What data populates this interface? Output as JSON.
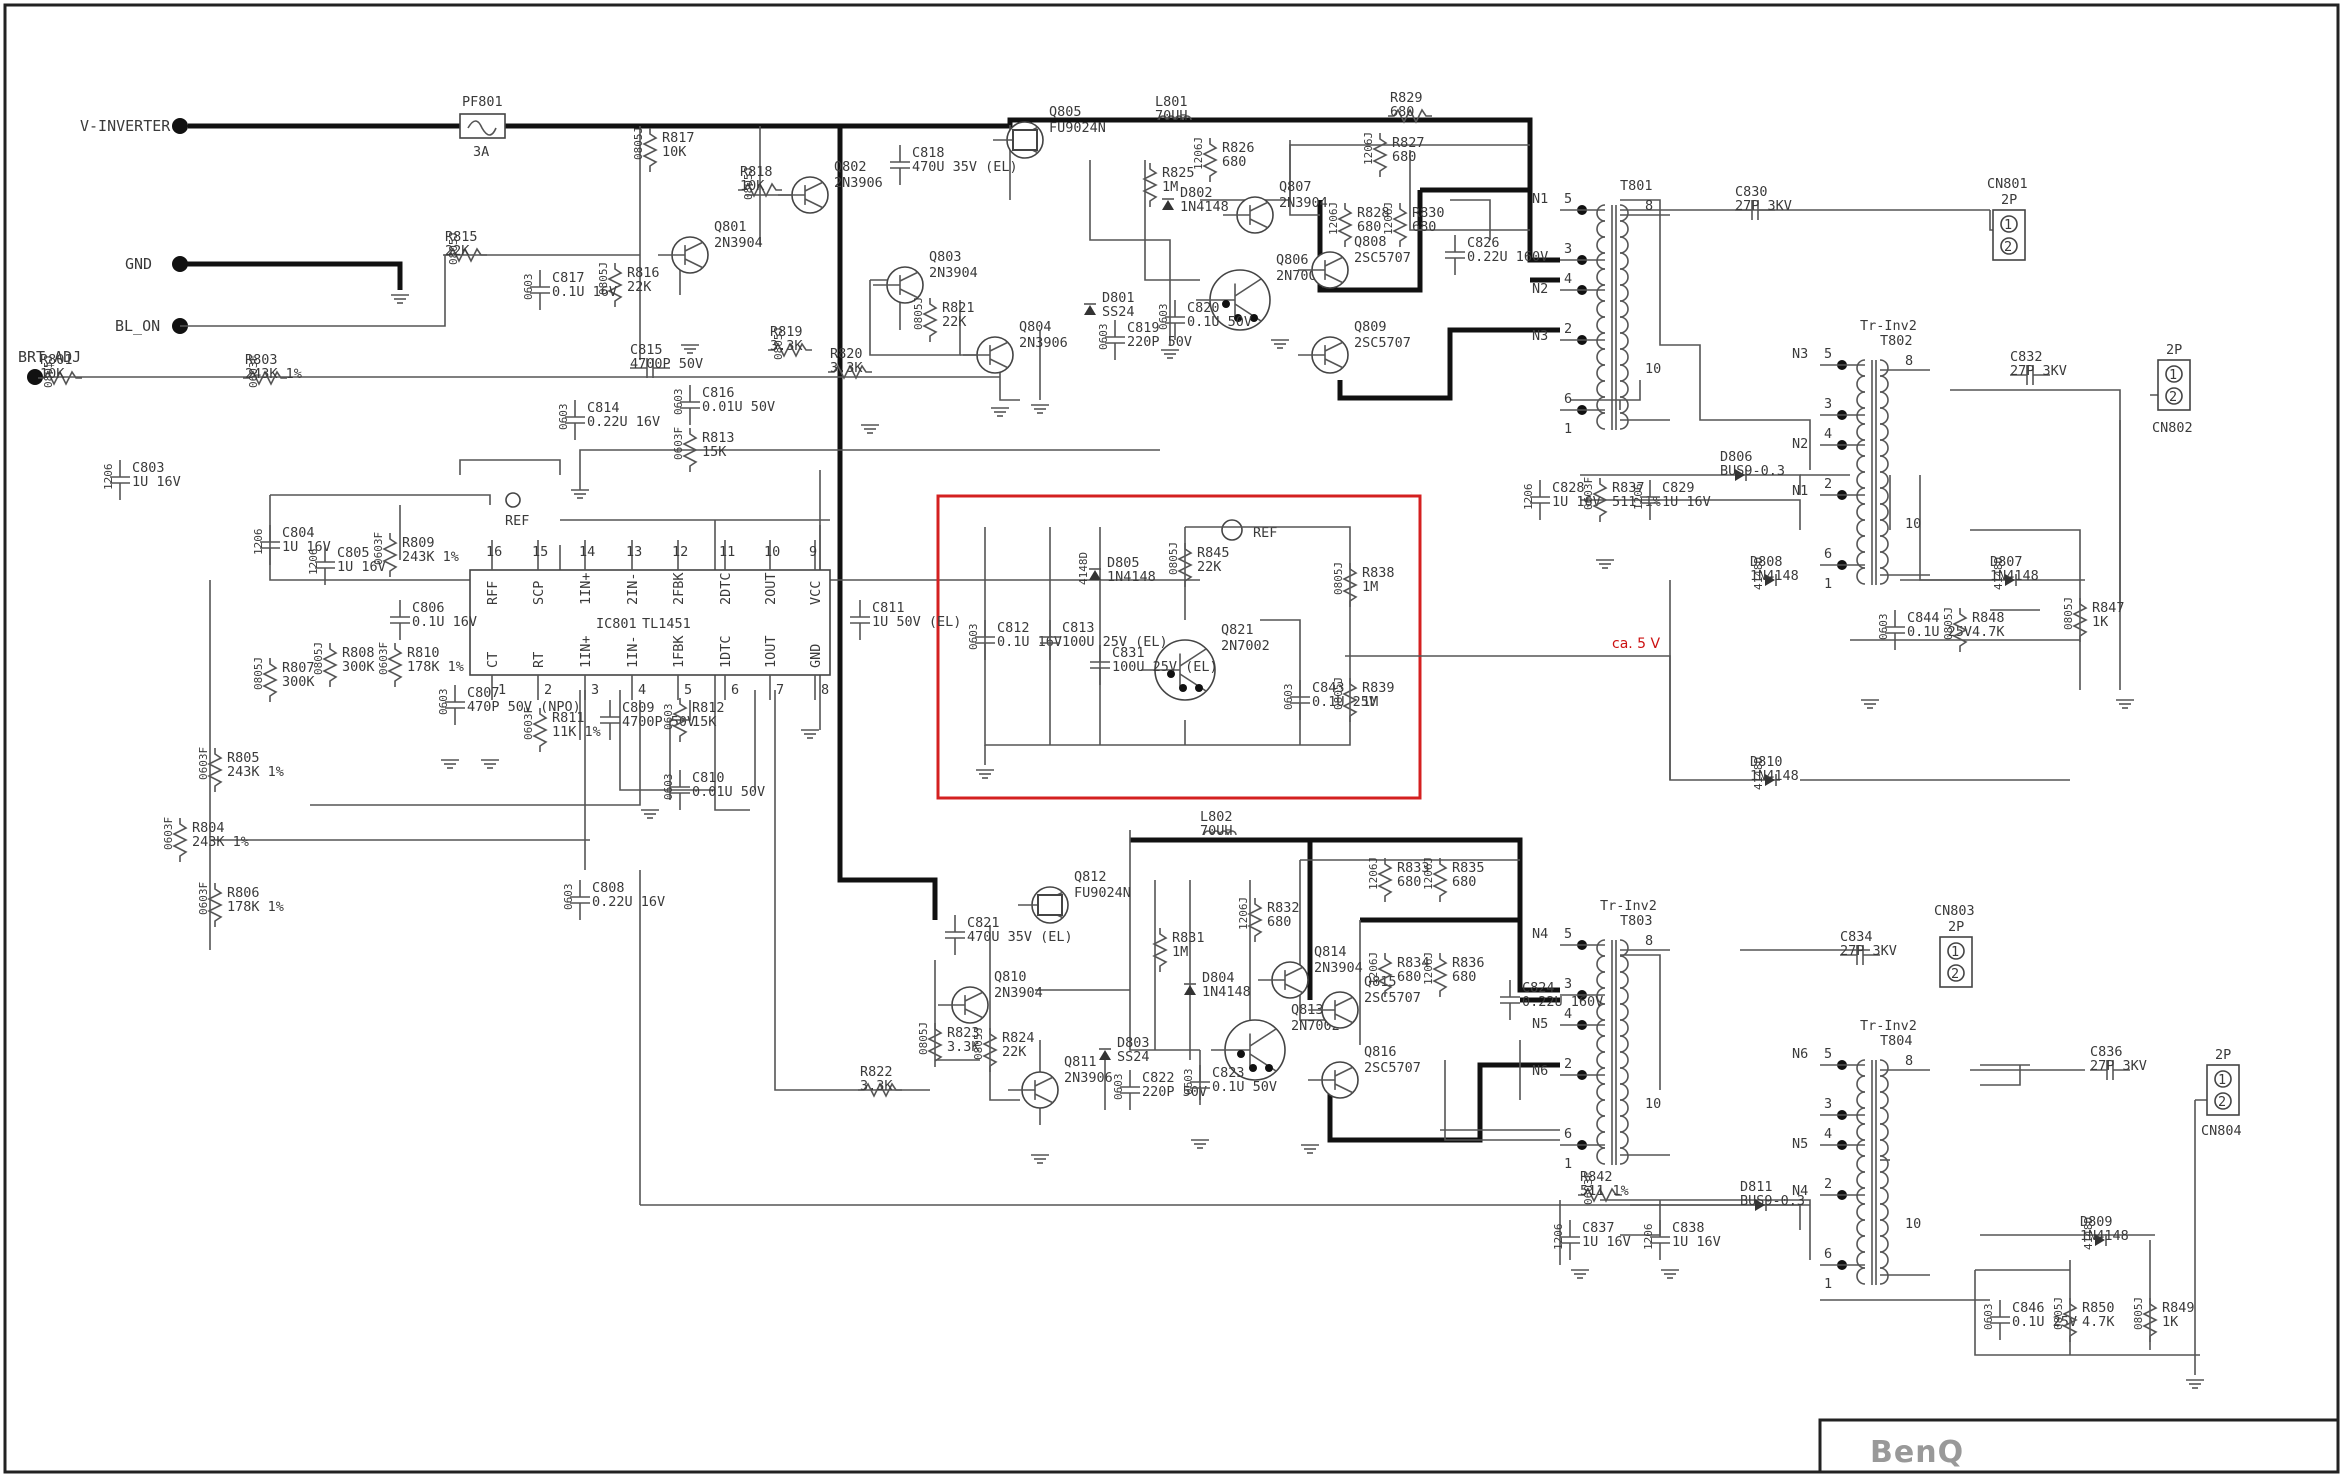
{
  "signals": {
    "v_inverter": "V-INVERTER",
    "gnd": "GND",
    "bl_on": "BL_ON",
    "brt_adj": "BRT_ADJ",
    "ref": "REF"
  },
  "ic": {
    "ref": "IC801",
    "part": "TL1451",
    "top_pins": [
      "RFF",
      "SCP",
      "1IN+",
      "2IN-",
      "2FBK",
      "2DTC",
      "2OUT",
      "VCC"
    ],
    "top_nums": [
      "16",
      "15",
      "14",
      "13",
      "12",
      "11",
      "10",
      "9"
    ],
    "bottom_pins": [
      "CT",
      "RT",
      "1IN+",
      "1IN-",
      "1FBK",
      "1DTC",
      "1OUT",
      "GND"
    ],
    "bottom_nums": [
      "1",
      "2",
      "3",
      "4",
      "5",
      "6",
      "7",
      "8"
    ]
  },
  "fuse": {
    "ref": "PF801",
    "value": "3A"
  },
  "highlight_note": "ca. 5 V",
  "brand": "BenQ",
  "connectors": [
    {
      "ref": "CN801",
      "type": "2P"
    },
    {
      "ref": "CN802",
      "type": "2P"
    },
    {
      "ref": "CN803",
      "type": "2P"
    },
    {
      "ref": "CN804",
      "type": "2P"
    }
  ],
  "transformers": [
    {
      "ref": "T801",
      "title": ""
    },
    {
      "ref": "T802",
      "title": "Tr-Inv2"
    },
    {
      "ref": "T803",
      "title": "Tr-Inv2"
    },
    {
      "ref": "T804",
      "title": "Tr-Inv2"
    }
  ],
  "transistors": [
    {
      "ref": "Q801",
      "part": "2N3904"
    },
    {
      "ref": "Q802",
      "part": "2N3906"
    },
    {
      "ref": "Q803",
      "part": "2N3904"
    },
    {
      "ref": "Q804",
      "part": "2N3906"
    },
    {
      "ref": "Q805",
      "part": "FU9024N"
    },
    {
      "ref": "Q806",
      "part": "2N7002"
    },
    {
      "ref": "Q807",
      "part": "2N3904"
    },
    {
      "ref": "Q808",
      "part": "2SC5707"
    },
    {
      "ref": "Q809",
      "part": "2SC5707"
    },
    {
      "ref": "Q810",
      "part": "2N3904"
    },
    {
      "ref": "Q811",
      "part": "2N3906"
    },
    {
      "ref": "Q812",
      "part": "FU9024N"
    },
    {
      "ref": "Q813",
      "part": "2N7002"
    },
    {
      "ref": "Q814",
      "part": "2N3904"
    },
    {
      "ref": "Q815",
      "part": "2SC5707"
    },
    {
      "ref": "Q816",
      "part": "2SC5707"
    },
    {
      "ref": "Q821",
      "part": "2N7002"
    }
  ],
  "passives": [
    {
      "ref": "R817",
      "value": "10K",
      "pkg": "0805J"
    },
    {
      "ref": "R818",
      "value": "10K",
      "pkg": "0805J"
    },
    {
      "ref": "R815",
      "value": "22K",
      "pkg": "0805J"
    },
    {
      "ref": "R816",
      "value": "22K",
      "pkg": "0805J"
    },
    {
      "ref": "C817",
      "value": "0.1U 16V",
      "pkg": "0603"
    },
    {
      "ref": "C818",
      "value": "470U 35V (EL)",
      "pkg": ""
    },
    {
      "ref": "L801",
      "value": "70UH",
      "pkg": ""
    },
    {
      "ref": "R829",
      "value": "680",
      "pkg": ""
    },
    {
      "ref": "R826",
      "value": "680",
      "pkg": "1206J"
    },
    {
      "ref": "R825",
      "value": "1M",
      "pkg": ""
    },
    {
      "ref": "D802",
      "value": "1N4148",
      "pkg": ""
    },
    {
      "ref": "R827",
      "value": "680",
      "pkg": "1206J"
    },
    {
      "ref": "R828",
      "value": "680",
      "pkg": "1206J"
    },
    {
      "ref": "R830",
      "value": "680",
      "pkg": "1206J"
    },
    {
      "ref": "C826",
      "value": "0.22U 160V",
      "pkg": ""
    },
    {
      "ref": "C830",
      "value": "27P 3KV",
      "pkg": ""
    },
    {
      "ref": "D801",
      "value": "SS24",
      "pkg": ""
    },
    {
      "ref": "C819",
      "value": "220P 50V",
      "pkg": "0603"
    },
    {
      "ref": "C820",
      "value": "0.1U 50V",
      "pkg": "0603"
    },
    {
      "ref": "R821",
      "value": "22K",
      "pkg": "0805J"
    },
    {
      "ref": "R819",
      "value": "3.3K",
      "pkg": "0805J"
    },
    {
      "ref": "R820",
      "value": "3.3K",
      "pkg": ""
    },
    {
      "ref": "R801",
      "value": "10K",
      "pkg": "0805J"
    },
    {
      "ref": "R803",
      "value": "243K 1%",
      "pkg": "0603F"
    },
    {
      "ref": "C803",
      "value": "1U 16V",
      "pkg": "1206"
    },
    {
      "ref": "C815",
      "value": "4700P 50V",
      "pkg": ""
    },
    {
      "ref": "C816",
      "value": "0.01U 50V",
      "pkg": "0603"
    },
    {
      "ref": "C814",
      "value": "0.22U 16V",
      "pkg": "0603"
    },
    {
      "ref": "R813",
      "value": "15K",
      "pkg": "0603F"
    },
    {
      "ref": "C804",
      "value": "1U 16V",
      "pkg": "1206"
    },
    {
      "ref": "C805",
      "value": "1U 16V",
      "pkg": "1206"
    },
    {
      "ref": "R809",
      "value": "243K 1%",
      "pkg": "0603F"
    },
    {
      "ref": "C806",
      "value": "0.1U 16V",
      "pkg": ""
    },
    {
      "ref": "R808",
      "value": "300K",
      "pkg": "0805J"
    },
    {
      "ref": "R810",
      "value": "178K 1%",
      "pkg": "0603F"
    },
    {
      "ref": "R807",
      "value": "300K",
      "pkg": "0805J"
    },
    {
      "ref": "C807",
      "value": "470P 50V (NPO)",
      "pkg": "0603"
    },
    {
      "ref": "R811",
      "value": "11K 1%",
      "pkg": "0603F"
    },
    {
      "ref": "C809",
      "value": "4700P 50V",
      "pkg": ""
    },
    {
      "ref": "R812",
      "value": "15K",
      "pkg": "0603"
    },
    {
      "ref": "C810",
      "value": "0.01U 50V",
      "pkg": "0603"
    },
    {
      "ref": "C811",
      "value": "1U 50V (EL)",
      "pkg": ""
    },
    {
      "ref": "R805",
      "value": "243K 1%",
      "pkg": "0603F"
    },
    {
      "ref": "R804",
      "value": "243K 1%",
      "pkg": "0603F"
    },
    {
      "ref": "R806",
      "value": "178K 1%",
      "pkg": "0603F"
    },
    {
      "ref": "C808",
      "value": "0.22U 16V",
      "pkg": "0603"
    },
    {
      "ref": "C812",
      "value": "0.1U 16V",
      "pkg": "0603"
    },
    {
      "ref": "C813",
      "value": "100U 25V (EL)",
      "pkg": ""
    },
    {
      "ref": "C831",
      "value": "100U 25V (EL)",
      "pkg": ""
    },
    {
      "ref": "D805",
      "value": "1N4148",
      "pkg": "4148D"
    },
    {
      "ref": "R845",
      "value": "22K",
      "pkg": "0805J"
    },
    {
      "ref": "C843",
      "value": "0.1U 25V",
      "pkg": "0603"
    },
    {
      "ref": "R838",
      "value": "1M",
      "pkg": "0805J"
    },
    {
      "ref": "R839",
      "value": "1M",
      "pkg": "0805J"
    },
    {
      "ref": "C828",
      "value": "1U 16V",
      "pkg": "1206"
    },
    {
      "ref": "R837",
      "value": "511 1%",
      "pkg": "0603F"
    },
    {
      "ref": "C829",
      "value": "1U 16V",
      "pkg": "1206"
    },
    {
      "ref": "D806",
      "value": "BUS9-0.3",
      "pkg": ""
    },
    {
      "ref": "C832",
      "value": "27P 3KV",
      "pkg": ""
    },
    {
      "ref": "D807",
      "value": "1N4148",
      "pkg": "4148D"
    },
    {
      "ref": "D808",
      "value": "1N4148",
      "pkg": "4148D"
    },
    {
      "ref": "C844",
      "value": "0.1U 25V",
      "pkg": "0603"
    },
    {
      "ref": "R848",
      "value": "4.7K",
      "pkg": "0805J"
    },
    {
      "ref": "R847",
      "value": "1K",
      "pkg": "0805J"
    },
    {
      "ref": "D810",
      "value": "1N4148",
      "pkg": "4148D"
    },
    {
      "ref": "L802",
      "value": "70UH",
      "pkg": ""
    },
    {
      "ref": "C821",
      "value": "470U 35V (EL)",
      "pkg": ""
    },
    {
      "ref": "R831",
      "value": "1M",
      "pkg": ""
    },
    {
      "ref": "D804",
      "value": "1N4148",
      "pkg": ""
    },
    {
      "ref": "R832",
      "value": "680",
      "pkg": "1206J"
    },
    {
      "ref": "R833",
      "value": "680",
      "pkg": "1206J"
    },
    {
      "ref": "R835",
      "value": "680",
      "pkg": "1206J"
    },
    {
      "ref": "R834",
      "value": "680",
      "pkg": "1206J"
    },
    {
      "ref": "R836",
      "value": "680",
      "pkg": "1206J"
    },
    {
      "ref": "C824",
      "value": "0.22U 160V",
      "pkg": ""
    },
    {
      "ref": "C834",
      "value": "27P 3KV",
      "pkg": ""
    },
    {
      "ref": "D803",
      "value": "SS24",
      "pkg": ""
    },
    {
      "ref": "C822",
      "value": "220P 50V",
      "pkg": "0603"
    },
    {
      "ref": "C823",
      "value": "0.1U 50V",
      "pkg": "0603"
    },
    {
      "ref": "R823",
      "value": "3.3K",
      "pkg": "0805J"
    },
    {
      "ref": "R824",
      "value": "22K",
      "pkg": "0805J"
    },
    {
      "ref": "R822",
      "value": "3.3K",
      "pkg": ""
    },
    {
      "ref": "R842",
      "value": "511 1%",
      "pkg": "0603F"
    },
    {
      "ref": "C837",
      "value": "1U 16V",
      "pkg": "1206"
    },
    {
      "ref": "C838",
      "value": "1U 16V",
      "pkg": "1206"
    },
    {
      "ref": "D811",
      "value": "BUS9-0.3",
      "pkg": ""
    },
    {
      "ref": "C836",
      "value": "27P 3KV",
      "pkg": ""
    },
    {
      "ref": "D809",
      "value": "1N4148",
      "pkg": "4148D"
    },
    {
      "ref": "C846",
      "value": "0.1U 25V",
      "pkg": "0603"
    },
    {
      "ref": "R850",
      "value": "4.7K",
      "pkg": "0805J"
    },
    {
      "ref": "R849",
      "value": "1K",
      "pkg": "0805J"
    }
  ]
}
